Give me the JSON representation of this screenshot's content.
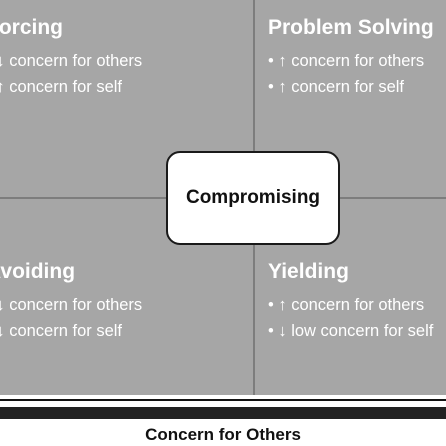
{
  "quadrants": {
    "top_left": {
      "title": "Forcing",
      "items": [
        "• ↓ concern for others",
        "• ↑ concern for self"
      ]
    },
    "top_right": {
      "title": "Problem Solving",
      "items": [
        "• ↑ concern for others",
        "• ↑ concern for self"
      ]
    },
    "bottom_left": {
      "title": "Avoiding",
      "items": [
        "• ↓ concern for others",
        "• ↓ concern for self"
      ]
    },
    "bottom_right": {
      "title": "Yielding",
      "items": [
        "• ↑ concern for others",
        "• ↓ low concern for self"
      ]
    }
  },
  "center": {
    "label": "Compromising"
  },
  "x_axis": {
    "label": "Concern for Others"
  },
  "colors": {
    "quadrant_fill": "#a6a6a6",
    "divider": "#7d7d7d",
    "quadrant_text": "#ffffff",
    "center_fill": "#ffffff",
    "dark": "#222222"
  }
}
